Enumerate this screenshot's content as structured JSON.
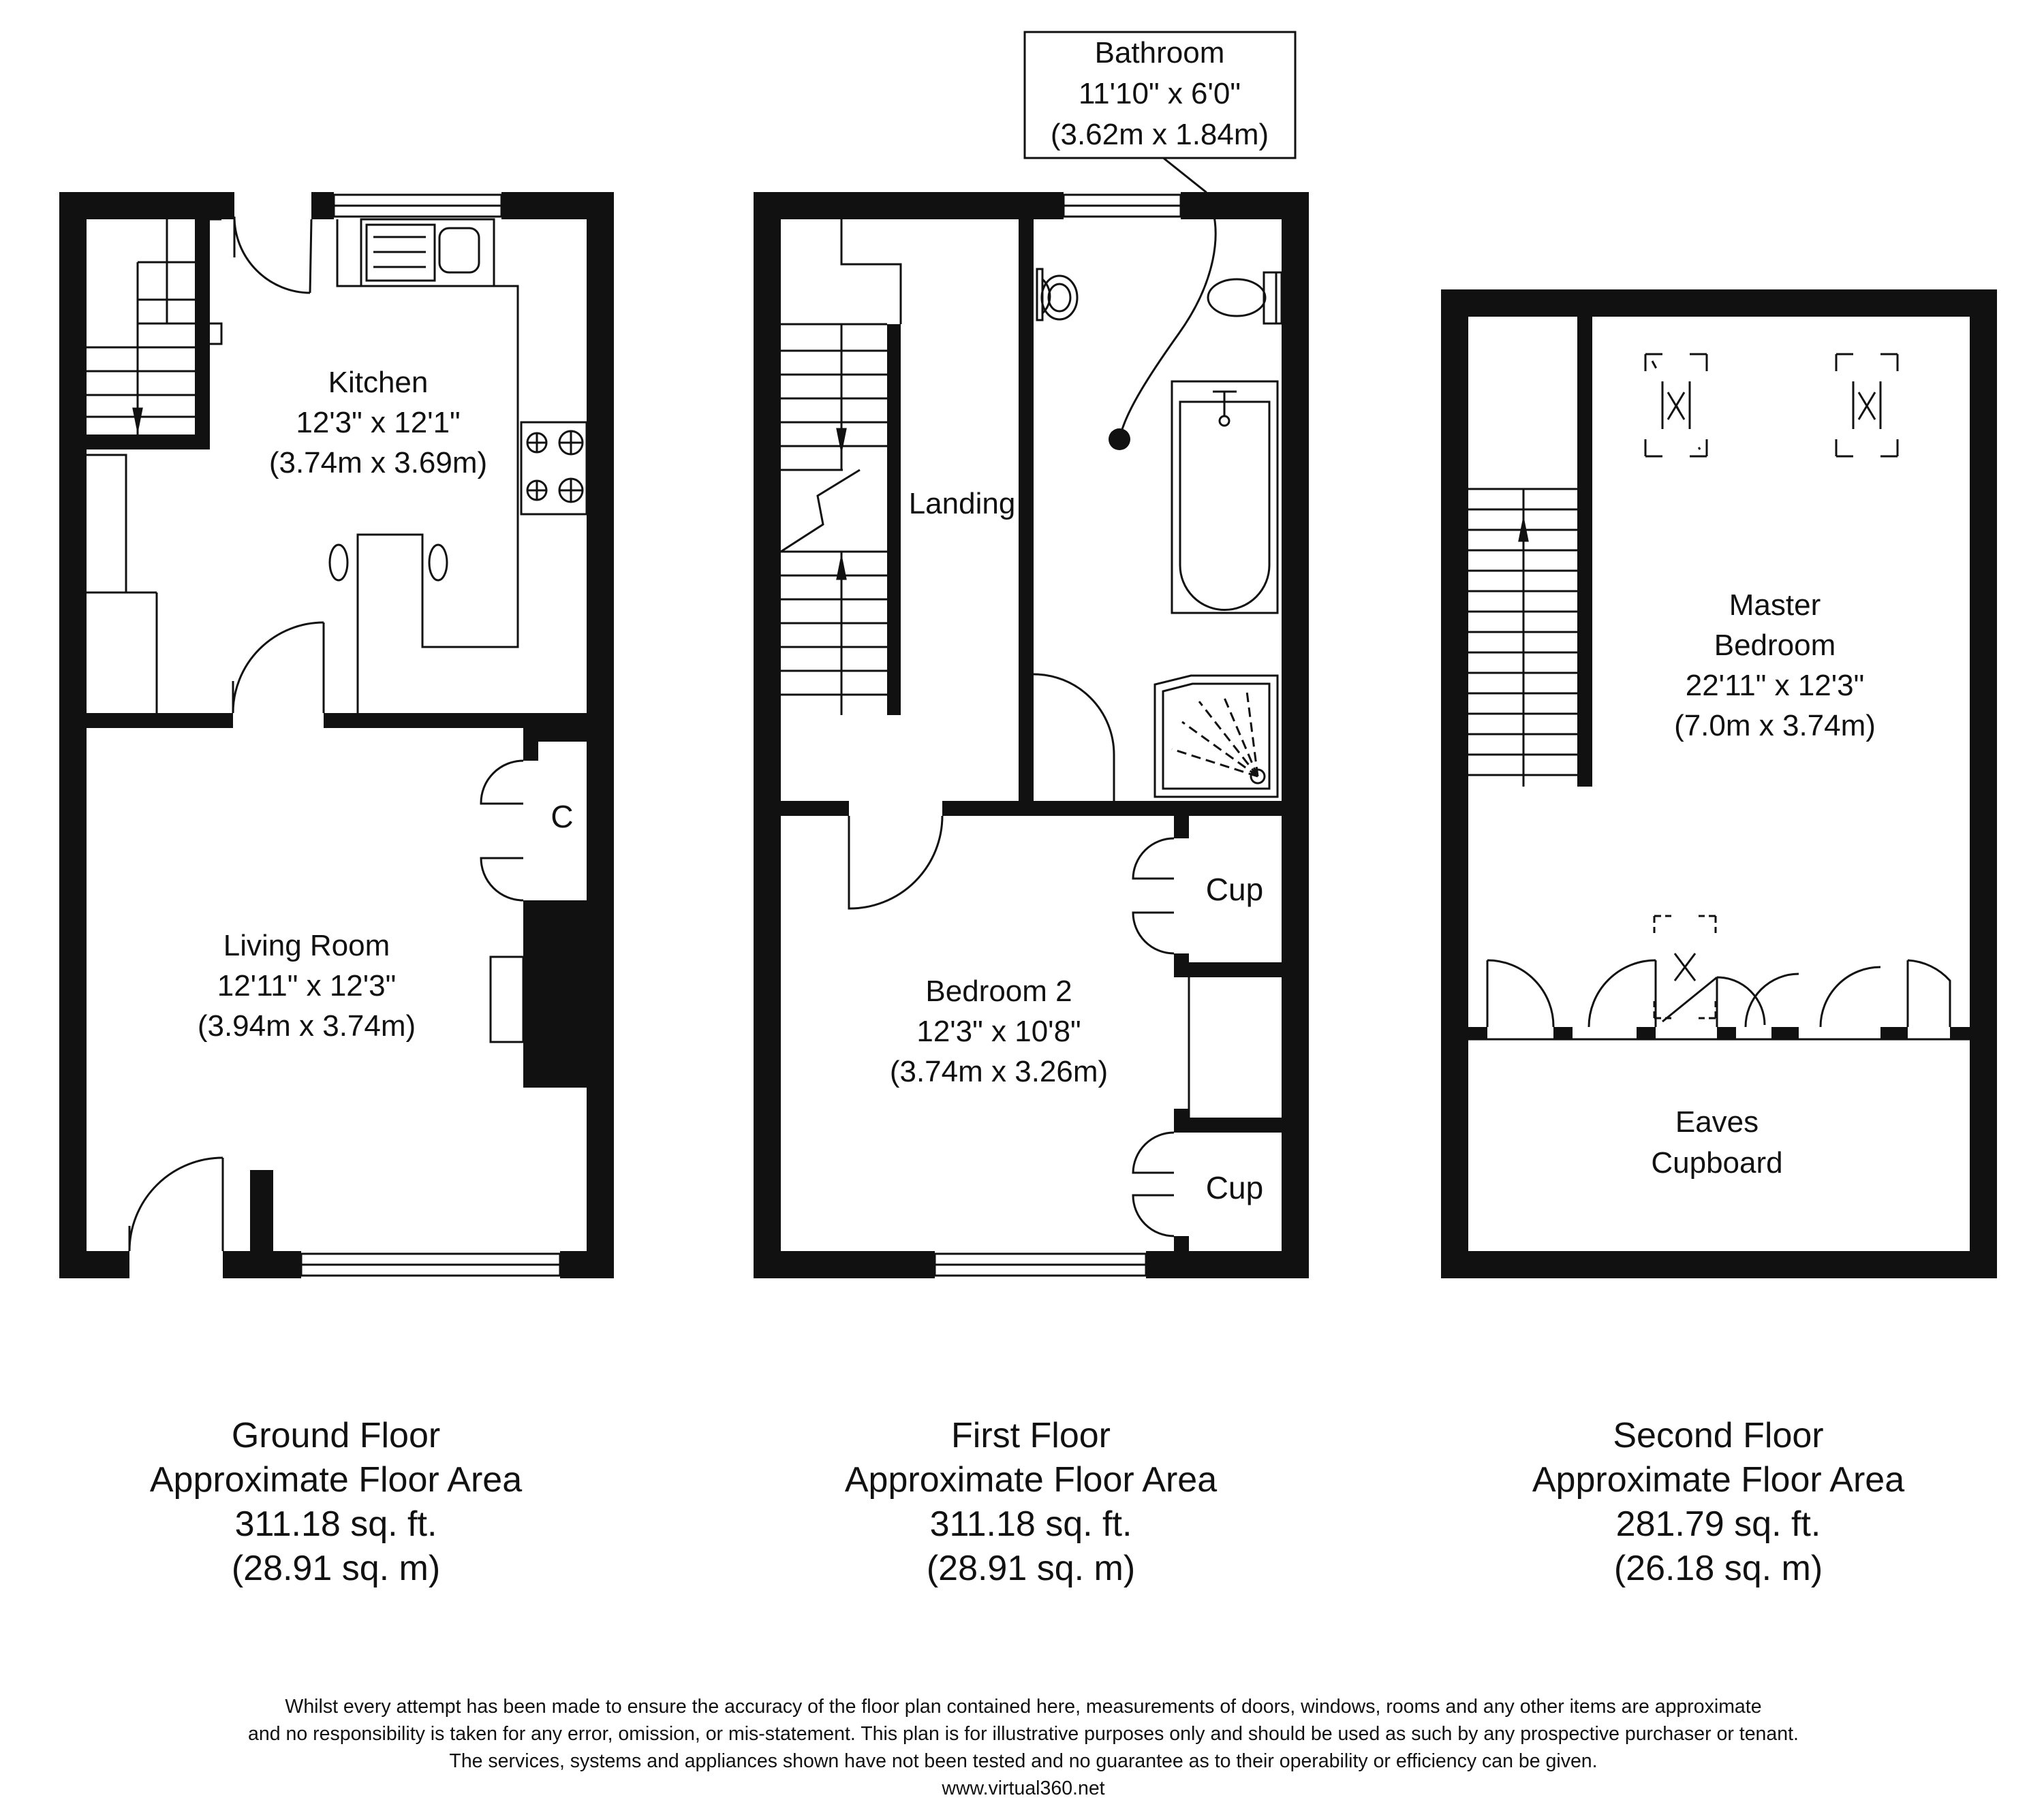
{
  "colors": {
    "wall": "#111111",
    "line": "#111111",
    "background": "#ffffff"
  },
  "ground_floor": {
    "kitchen": {
      "name": "Kitchen",
      "dims_imperial": "12'3\" x 12'1\"",
      "dims_metric": "(3.74m x 3.69m)"
    },
    "living_room": {
      "name": "Living Room",
      "dims_imperial": "12'11\" x 12'3\"",
      "dims_metric": "(3.94m x 3.74m)"
    },
    "cupboard_label": "C",
    "summary": {
      "floor": "Ground Floor",
      "area_label": "Approximate Floor Area",
      "area_sqft": "311.18 sq. ft.",
      "area_sqm": "(28.91 sq. m)"
    }
  },
  "first_floor": {
    "bathroom": {
      "name": "Bathroom",
      "dims_imperial": "11'10\" x 6'0\"",
      "dims_metric": "(3.62m x 1.84m)"
    },
    "landing": {
      "name": "Landing"
    },
    "bedroom_2": {
      "name": "Bedroom 2",
      "dims_imperial": "12'3\" x 10'8\"",
      "dims_metric": "(3.74m x 3.26m)"
    },
    "cupboard_labels": [
      "Cup",
      "Cup"
    ],
    "summary": {
      "floor": "First Floor",
      "area_label": "Approximate Floor Area",
      "area_sqft": "311.18 sq. ft.",
      "area_sqm": "(28.91 sq. m)"
    }
  },
  "second_floor": {
    "master_bedroom": {
      "name_line1": "Master",
      "name_line2": "Bedroom",
      "dims_imperial": "22'11\" x 12'3\"",
      "dims_metric": "(7.0m x 3.74m)"
    },
    "eaves": {
      "name_line1": "Eaves",
      "name_line2": "Cupboard"
    },
    "summary": {
      "floor": "Second Floor",
      "area_label": "Approximate Floor Area",
      "area_sqft": "281.79 sq. ft.",
      "area_sqm": "(26.18 sq. m)"
    }
  },
  "disclaimer": {
    "line1": "Whilst every attempt has been made to ensure the accuracy of the floor plan contained here, measurements of doors, windows, rooms and any other items are approximate",
    "line2": "and no responsibility is taken for any error, omission, or mis-statement. This plan is for illustrative purposes only and should be used as such by any prospective purchaser or tenant.",
    "line3": "The services, systems and appliances shown have not been tested and no guarantee as to their operability or efficiency can be given.",
    "website": "www.virtual360.net"
  }
}
